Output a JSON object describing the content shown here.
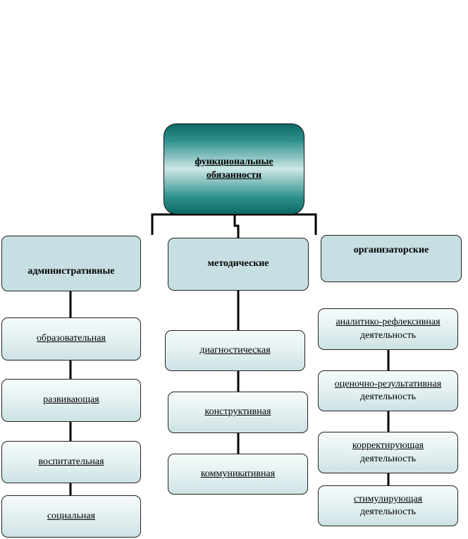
{
  "root": {
    "line1": "функциональные",
    "line2": "обязанности"
  },
  "categories": {
    "admin": "административные",
    "method": "методические",
    "organiz": "организаторские"
  },
  "admin_items": [
    "образовательная",
    "развивающая",
    "воспитательная",
    "социальная"
  ],
  "method_items": [
    "диагностическая",
    "конструктивная",
    "коммуникативная"
  ],
  "organiz_items": [
    {
      "title": "аналитико-рефлексивная",
      "sub": "деятельность"
    },
    {
      "title": "оценочно-результативная",
      "sub": "деятельность"
    },
    {
      "title": "корректирующая",
      "sub": "деятельность"
    },
    {
      "title": "стимулирующая",
      "sub": "деятельность"
    }
  ]
}
